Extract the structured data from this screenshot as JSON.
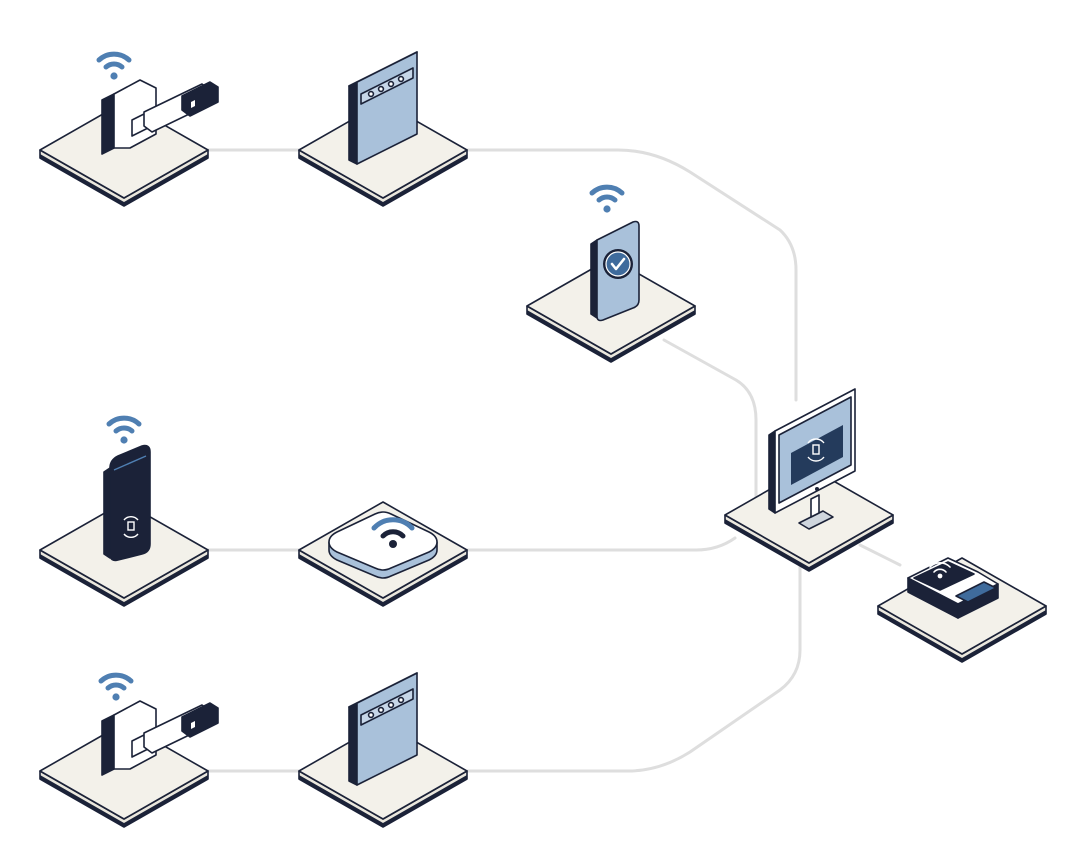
{
  "diagram": {
    "nodes": [
      {
        "id": "door-handle-top",
        "device": "door-handle",
        "wifi": true
      },
      {
        "id": "controller-top",
        "device": "access-controller"
      },
      {
        "id": "smartphone",
        "device": "smartphone",
        "wifi": true
      },
      {
        "id": "wall-reader",
        "device": "wall-reader",
        "wifi": true
      },
      {
        "id": "wifi-hub",
        "device": "wireless-hub"
      },
      {
        "id": "door-handle-bottom",
        "device": "door-handle",
        "wifi": true
      },
      {
        "id": "controller-bottom",
        "device": "access-controller"
      },
      {
        "id": "monitor",
        "device": "desktop-monitor"
      },
      {
        "id": "desktop-reader",
        "device": "desktop-card-reader"
      }
    ],
    "links": [
      [
        "door-handle-top",
        "controller-top"
      ],
      [
        "controller-top",
        "monitor"
      ],
      [
        "smartphone",
        "monitor"
      ],
      [
        "wall-reader",
        "wifi-hub"
      ],
      [
        "wifi-hub",
        "monitor"
      ],
      [
        "door-handle-bottom",
        "controller-bottom"
      ],
      [
        "controller-bottom",
        "monitor"
      ],
      [
        "monitor",
        "desktop-reader"
      ]
    ],
    "colors": {
      "ink": "#1b2238",
      "platform": "#f3f1ea",
      "accent_blue": "#4f7fb2",
      "device_blue": "#a9c1da",
      "screen_navy": "#243b5c",
      "link_gray": "#dedede"
    }
  }
}
